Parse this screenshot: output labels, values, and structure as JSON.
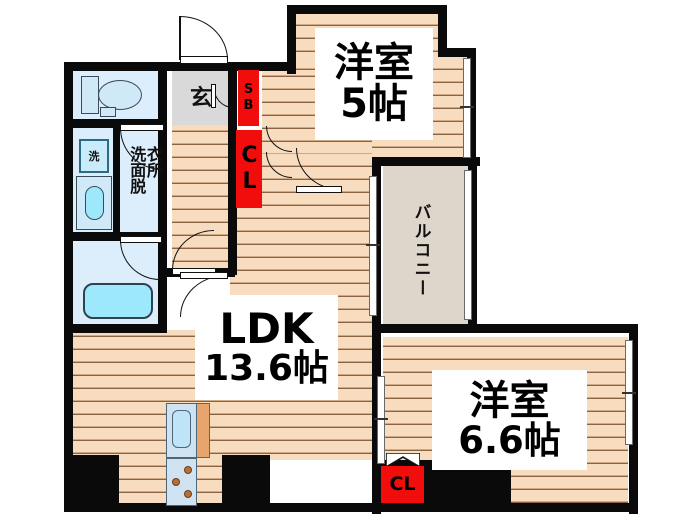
{
  "plan": {
    "type": "floor-plan",
    "layout_name": "2LDK",
    "rooms": [
      {
        "id": "washitsu-5",
        "name": "洋室",
        "size": "5帖",
        "kind": "western-room"
      },
      {
        "id": "ldk",
        "name": "LDK",
        "size": "13.6帖",
        "kind": "living-dining-kitchen"
      },
      {
        "id": "washitsu-66",
        "name": "洋室",
        "size": "6.6帖",
        "kind": "western-room"
      },
      {
        "id": "balcony",
        "name": "バルコニー",
        "size": "",
        "kind": "balcony"
      },
      {
        "id": "sanitary",
        "name": "衣洗面脱",
        "size": "",
        "kind": "dressing-laundry-washroom"
      },
      {
        "id": "genkan",
        "name": "玄",
        "size": "",
        "kind": "entrance"
      }
    ],
    "labels": {
      "room_5_name": "洋室",
      "room_5_size": "5帖",
      "ldk_name": "LDK",
      "ldk_size": "13.6帖",
      "room_66_name": "洋室",
      "room_66_size": "6.6帖",
      "balcony": "バルコニー",
      "sanitary": "衣洗面脱",
      "genkan": "玄",
      "washer": "洗",
      "shoe_box": "SB",
      "closet_hall": "CL",
      "closet_bedroom": "CL"
    },
    "colors": {
      "wall": "#0a0a0a",
      "flooring": "#f7dcc0",
      "flooring_line": "#8a6442",
      "water_area": "#dceefb",
      "entrance": "#d9d9d9",
      "balcony": "#ded5cb",
      "accent_red": "#f20d0d",
      "fixture_blue": "#9ee8fb",
      "kitchen_wood": "#e7a46c",
      "burner": "#b5703a"
    },
    "fixtures": [
      {
        "name": "toilet",
        "label": ""
      },
      {
        "name": "toilet-tank",
        "label": ""
      },
      {
        "name": "washing-machine",
        "label": "洗"
      },
      {
        "name": "vanity-sink",
        "label": ""
      },
      {
        "name": "bathtub",
        "label": ""
      },
      {
        "name": "kitchen-sink",
        "label": ""
      },
      {
        "name": "gas-burners",
        "label": ""
      }
    ]
  }
}
